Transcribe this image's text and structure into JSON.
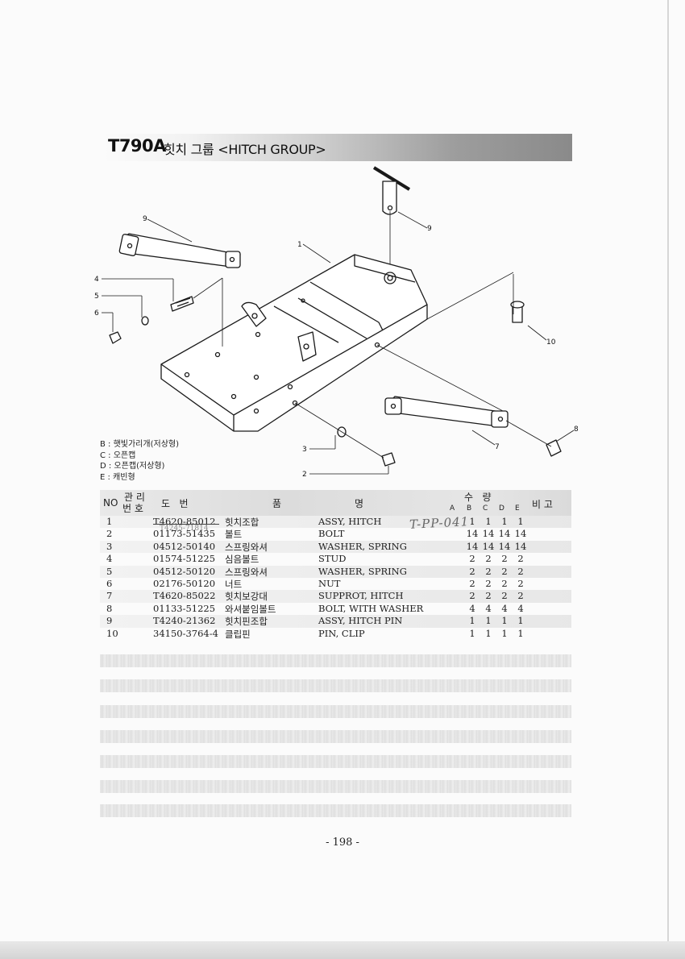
{
  "title": {
    "model": "T790A",
    "text": "힛치 그룹 <HITCH GROUP>"
  },
  "callouts": [
    "1",
    "2",
    "3",
    "4",
    "5",
    "6",
    "7",
    "8",
    "9",
    "9",
    "10"
  ],
  "legend": [
    "B : 햇빛가리개(저상형)",
    "C : 오픈캡",
    "D : 오픈캡(저상형)",
    "E : 캐빈형"
  ],
  "table": {
    "headers": {
      "no": "NO",
      "mgmt1": "관 리",
      "mgmt2": "번 호",
      "drawing": "도   번",
      "name1": "품",
      "name2": "명",
      "qty": "수   량",
      "remark": "비 고",
      "cols": [
        "A",
        "B",
        "C",
        "D",
        "E"
      ]
    },
    "rows": [
      {
        "no": "1",
        "part": "T4620-85012",
        "kr": "힛치조합",
        "en": "ASSY, HITCH",
        "q": [
          "1",
          "1",
          "1",
          "1"
        ]
      },
      {
        "no": "2",
        "part": "01173-51435",
        "kr": "볼트",
        "en": "BOLT",
        "q": [
          "14",
          "14",
          "14",
          "14"
        ]
      },
      {
        "no": "3",
        "part": "04512-50140",
        "kr": "스프링와셔",
        "en": "WASHER, SPRING",
        "q": [
          "14",
          "14",
          "14",
          "14"
        ]
      },
      {
        "no": "4",
        "part": "01574-51225",
        "kr": "심음볼트",
        "en": "STUD",
        "q": [
          "2",
          "2",
          "2",
          "2"
        ]
      },
      {
        "no": "5",
        "part": "04512-50120",
        "kr": "스프링와셔",
        "en": "WASHER, SPRING",
        "q": [
          "2",
          "2",
          "2",
          "2"
        ]
      },
      {
        "no": "6",
        "part": "02176-50120",
        "kr": "너트",
        "en": "NUT",
        "q": [
          "2",
          "2",
          "2",
          "2"
        ]
      },
      {
        "no": "7",
        "part": "T4620-85022",
        "kr": "힛치보강대",
        "en": "SUPPROT, HITCH",
        "q": [
          "2",
          "2",
          "2",
          "2"
        ]
      },
      {
        "no": "8",
        "part": "01133-51225",
        "kr": "와셔붙임볼트",
        "en": "BOLT, WITH WASHER",
        "q": [
          "4",
          "4",
          "4",
          "4"
        ]
      },
      {
        "no": "9",
        "part": "T4240-21362",
        "kr": "힛치핀조합",
        "en": "ASSY, HITCH PIN",
        "q": [
          "1",
          "1",
          "1",
          "1"
        ]
      },
      {
        "no": "10",
        "part": "34150-3764-4",
        "kr": "클립핀",
        "en": "PIN, CLIP",
        "q": [
          "1",
          "1",
          "1",
          "1"
        ]
      }
    ]
  },
  "handwritten_note": "T-PP-041",
  "ghost_text": "T4245-71814",
  "page_number": "- 198 -"
}
